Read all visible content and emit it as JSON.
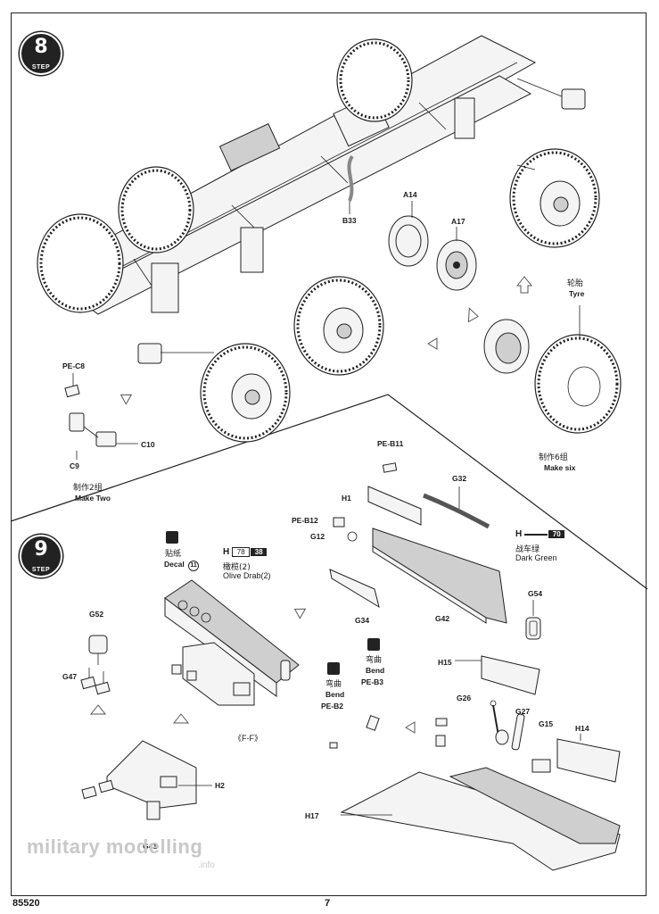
{
  "step_label": "STEP",
  "step8": {
    "number": "8"
  },
  "step9": {
    "number": "9"
  },
  "step8_parts": {
    "tyre_cn": "轮胎",
    "tyre_en": "Tyre",
    "a14": "A14",
    "a17": "A17",
    "b33": "B33",
    "pec8": "PE-C8",
    "c10": "C10",
    "c9": "C9",
    "make_two_cn": "制作2组",
    "make_two_en": "Make Two",
    "make_six_cn": "制作6组",
    "make_six_en": "Make six"
  },
  "step9_parts": {
    "decal_cn": "贴纸",
    "decal_en": "Decal",
    "decal_num": "11",
    "olive_h": "H",
    "olive_c1": "78",
    "olive_c2": "38",
    "olive_cn": "橄榄(2)",
    "olive_en": "Olive Drab(2)",
    "ff": "《F-F》",
    "peb11": "PE-B11",
    "h1": "H1",
    "peb12": "PE-B12",
    "g12": "G12",
    "g32": "G32",
    "g34": "G34",
    "g42": "G42",
    "g54": "G54",
    "green_h": "H",
    "green_c2": "70",
    "green_cn": "战车绿",
    "green_en": "Dark Green",
    "g52": "G52",
    "g47": "G47",
    "h2": "H2",
    "g41": "G41",
    "bend_cn": "弯曲",
    "bend_en": "Bend",
    "peb3": "PE-B3",
    "peb2": "PE-B2",
    "h15": "H15",
    "g26": "G26",
    "g27": "G27",
    "g15": "G15",
    "h14": "H14",
    "h17": "H17"
  },
  "footer": {
    "kit_number": "85520",
    "page_number": "7"
  },
  "watermark": {
    "text": "military modelling",
    "sub": ".info"
  }
}
